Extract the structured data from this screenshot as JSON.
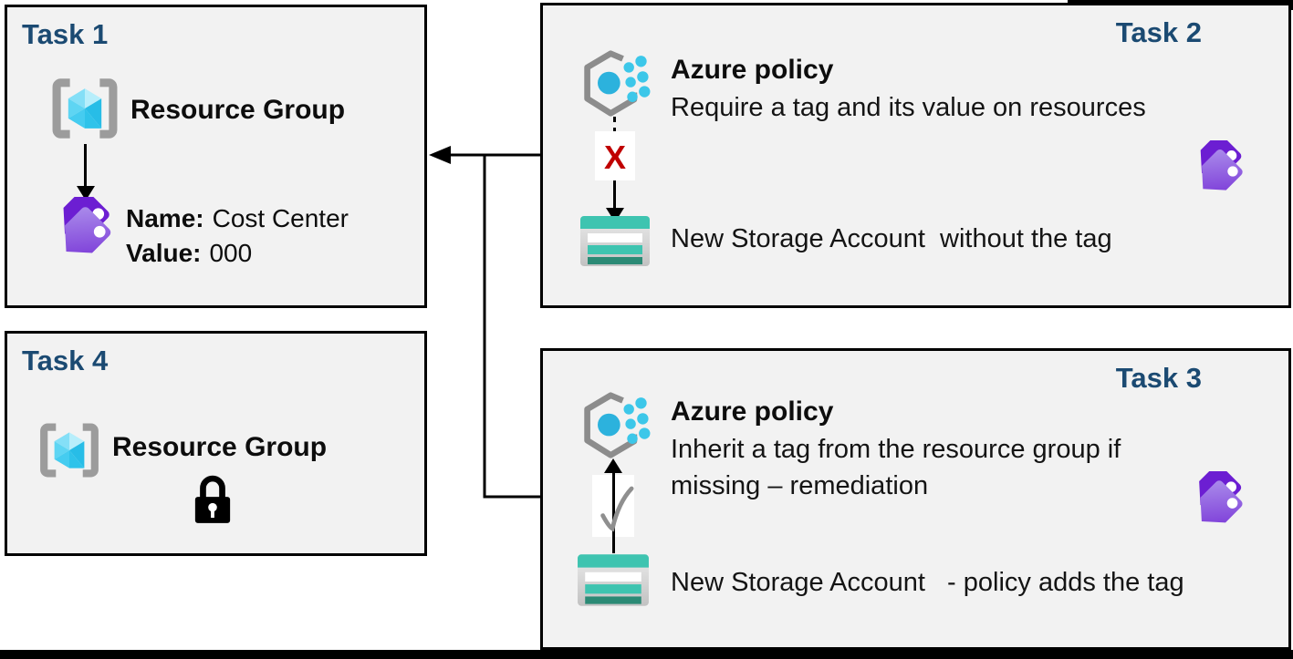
{
  "colors": {
    "box_background": "#f2f2f2",
    "box_border": "#000000",
    "title_navy": "#1b4a72",
    "text_black": "#0d0d0d",
    "deny_red": "#c00000",
    "check_gray": "#8f8f8f",
    "storage_teal": "#3ec4b0",
    "storage_teal_dark": "#2b8a75",
    "tag_purple_front": "#7733d6",
    "tag_purple_back": "#6c1ed2",
    "policy_dot_cyan": "#2cb2dd",
    "cube_cyan": "#45ccf0",
    "bracket_gray": "#9c9c9c"
  },
  "icons": {
    "resource_group": "azure-resource-group-cube-in-brackets",
    "azure_policy": "gray-hexagon-with-cyan-dots",
    "storage_account": "teal-striped-storage-card",
    "tag": "double-purple-tag",
    "lock": "black-padlock",
    "deny": "red-x-on-white-chip",
    "check": "gray-checkmark-on-white-chip"
  },
  "task1": {
    "title": "Task 1",
    "resource_group_label": "Resource Group",
    "tag_name_label": "Name:",
    "tag_name_value": "Cost Center",
    "tag_value_label": "Value:",
    "tag_value_value": "000"
  },
  "task2": {
    "title": "Task 2",
    "policy_title": "Azure policy",
    "policy_description": "Require a tag and its value on resources",
    "deny_marker": "X",
    "storage_caption": "New Storage Account  without the tag"
  },
  "task3": {
    "title": "Task 3",
    "policy_title": "Azure policy",
    "policy_description_line1": "Inherit a tag from the resource group if",
    "policy_description_line2": "missing – remediation",
    "storage_caption": "New Storage Account   - policy adds the tag"
  },
  "task4": {
    "title": "Task 4",
    "resource_group_label": "Resource Group"
  }
}
